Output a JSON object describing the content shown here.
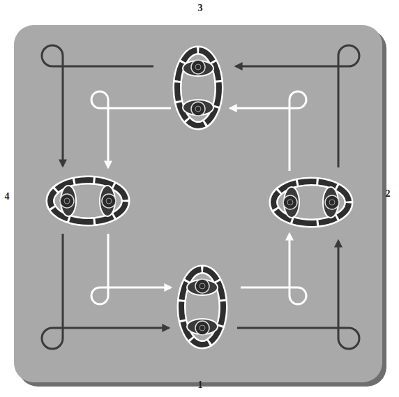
{
  "diagram": {
    "labels": [
      "3",
      "4",
      "2",
      "1"
    ]
  }
}
